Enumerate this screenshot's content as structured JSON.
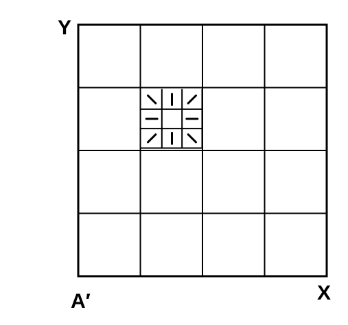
{
  "labels": {
    "y_axis": "Y",
    "origin": "A′",
    "x_axis": "X"
  },
  "grid": {
    "columns": 4,
    "rows": 4
  },
  "detail": {
    "cell_column": 1,
    "cell_row": 1,
    "subdivisions": 3,
    "tick_angles_deg": [
      [
        -45,
        0,
        45
      ],
      [
        90,
        null,
        90
      ],
      [
        45,
        0,
        -45
      ]
    ]
  },
  "colors": {
    "ink": "#000000",
    "background": "#ffffff"
  }
}
